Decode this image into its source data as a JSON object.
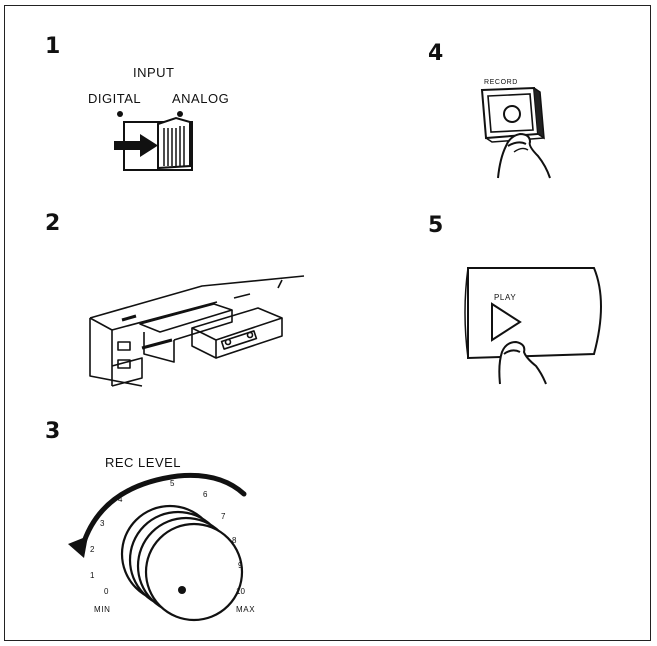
{
  "steps": {
    "s1": {
      "number": "1",
      "group_label": "INPUT",
      "left_label": "DIGITAL",
      "right_label": "ANALOG"
    },
    "s2": {
      "number": "2"
    },
    "s3": {
      "number": "3",
      "dial_label": "REC LEVEL",
      "min_label": "MIN",
      "max_label": "MAX",
      "scale": [
        "0",
        "1",
        "2",
        "3",
        "4",
        "5",
        "6",
        "7",
        "8",
        "9",
        "10"
      ]
    },
    "s4": {
      "number": "4",
      "button_label": "RECORD"
    },
    "s5": {
      "number": "5",
      "button_label": "PLAY"
    }
  },
  "icons": [
    "arrow-icon",
    "finger-press-icon",
    "play-triangle-icon",
    "circle-record-icon"
  ]
}
